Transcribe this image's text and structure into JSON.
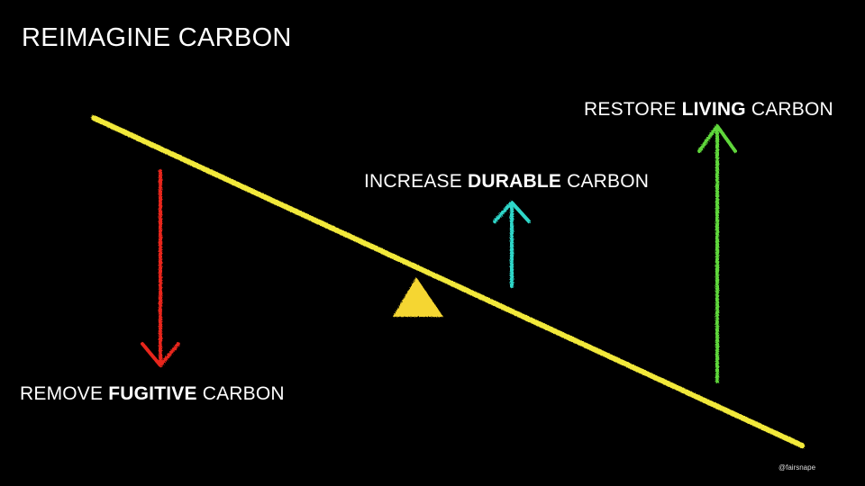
{
  "title": "REIMAGINE CARBON",
  "labels": {
    "living": {
      "prefix": "RESTORE ",
      "emphasis": "LIVING",
      "suffix": " CARBON"
    },
    "durable": {
      "prefix": "INCREASE ",
      "emphasis": "DURABLE",
      "suffix": " CARBON"
    },
    "fugitive": {
      "prefix": "REMOVE ",
      "emphasis": "FUGITIVE",
      "suffix": " CARBON"
    }
  },
  "credit": "@fairsnape",
  "colors": {
    "background": "#000000",
    "beam": "#f2e93a",
    "fulcrum": "#f5d631",
    "fugitive_arrow": "#e8261c",
    "durable_arrow": "#2fd6c8",
    "living_arrow": "#5fd63a"
  }
}
